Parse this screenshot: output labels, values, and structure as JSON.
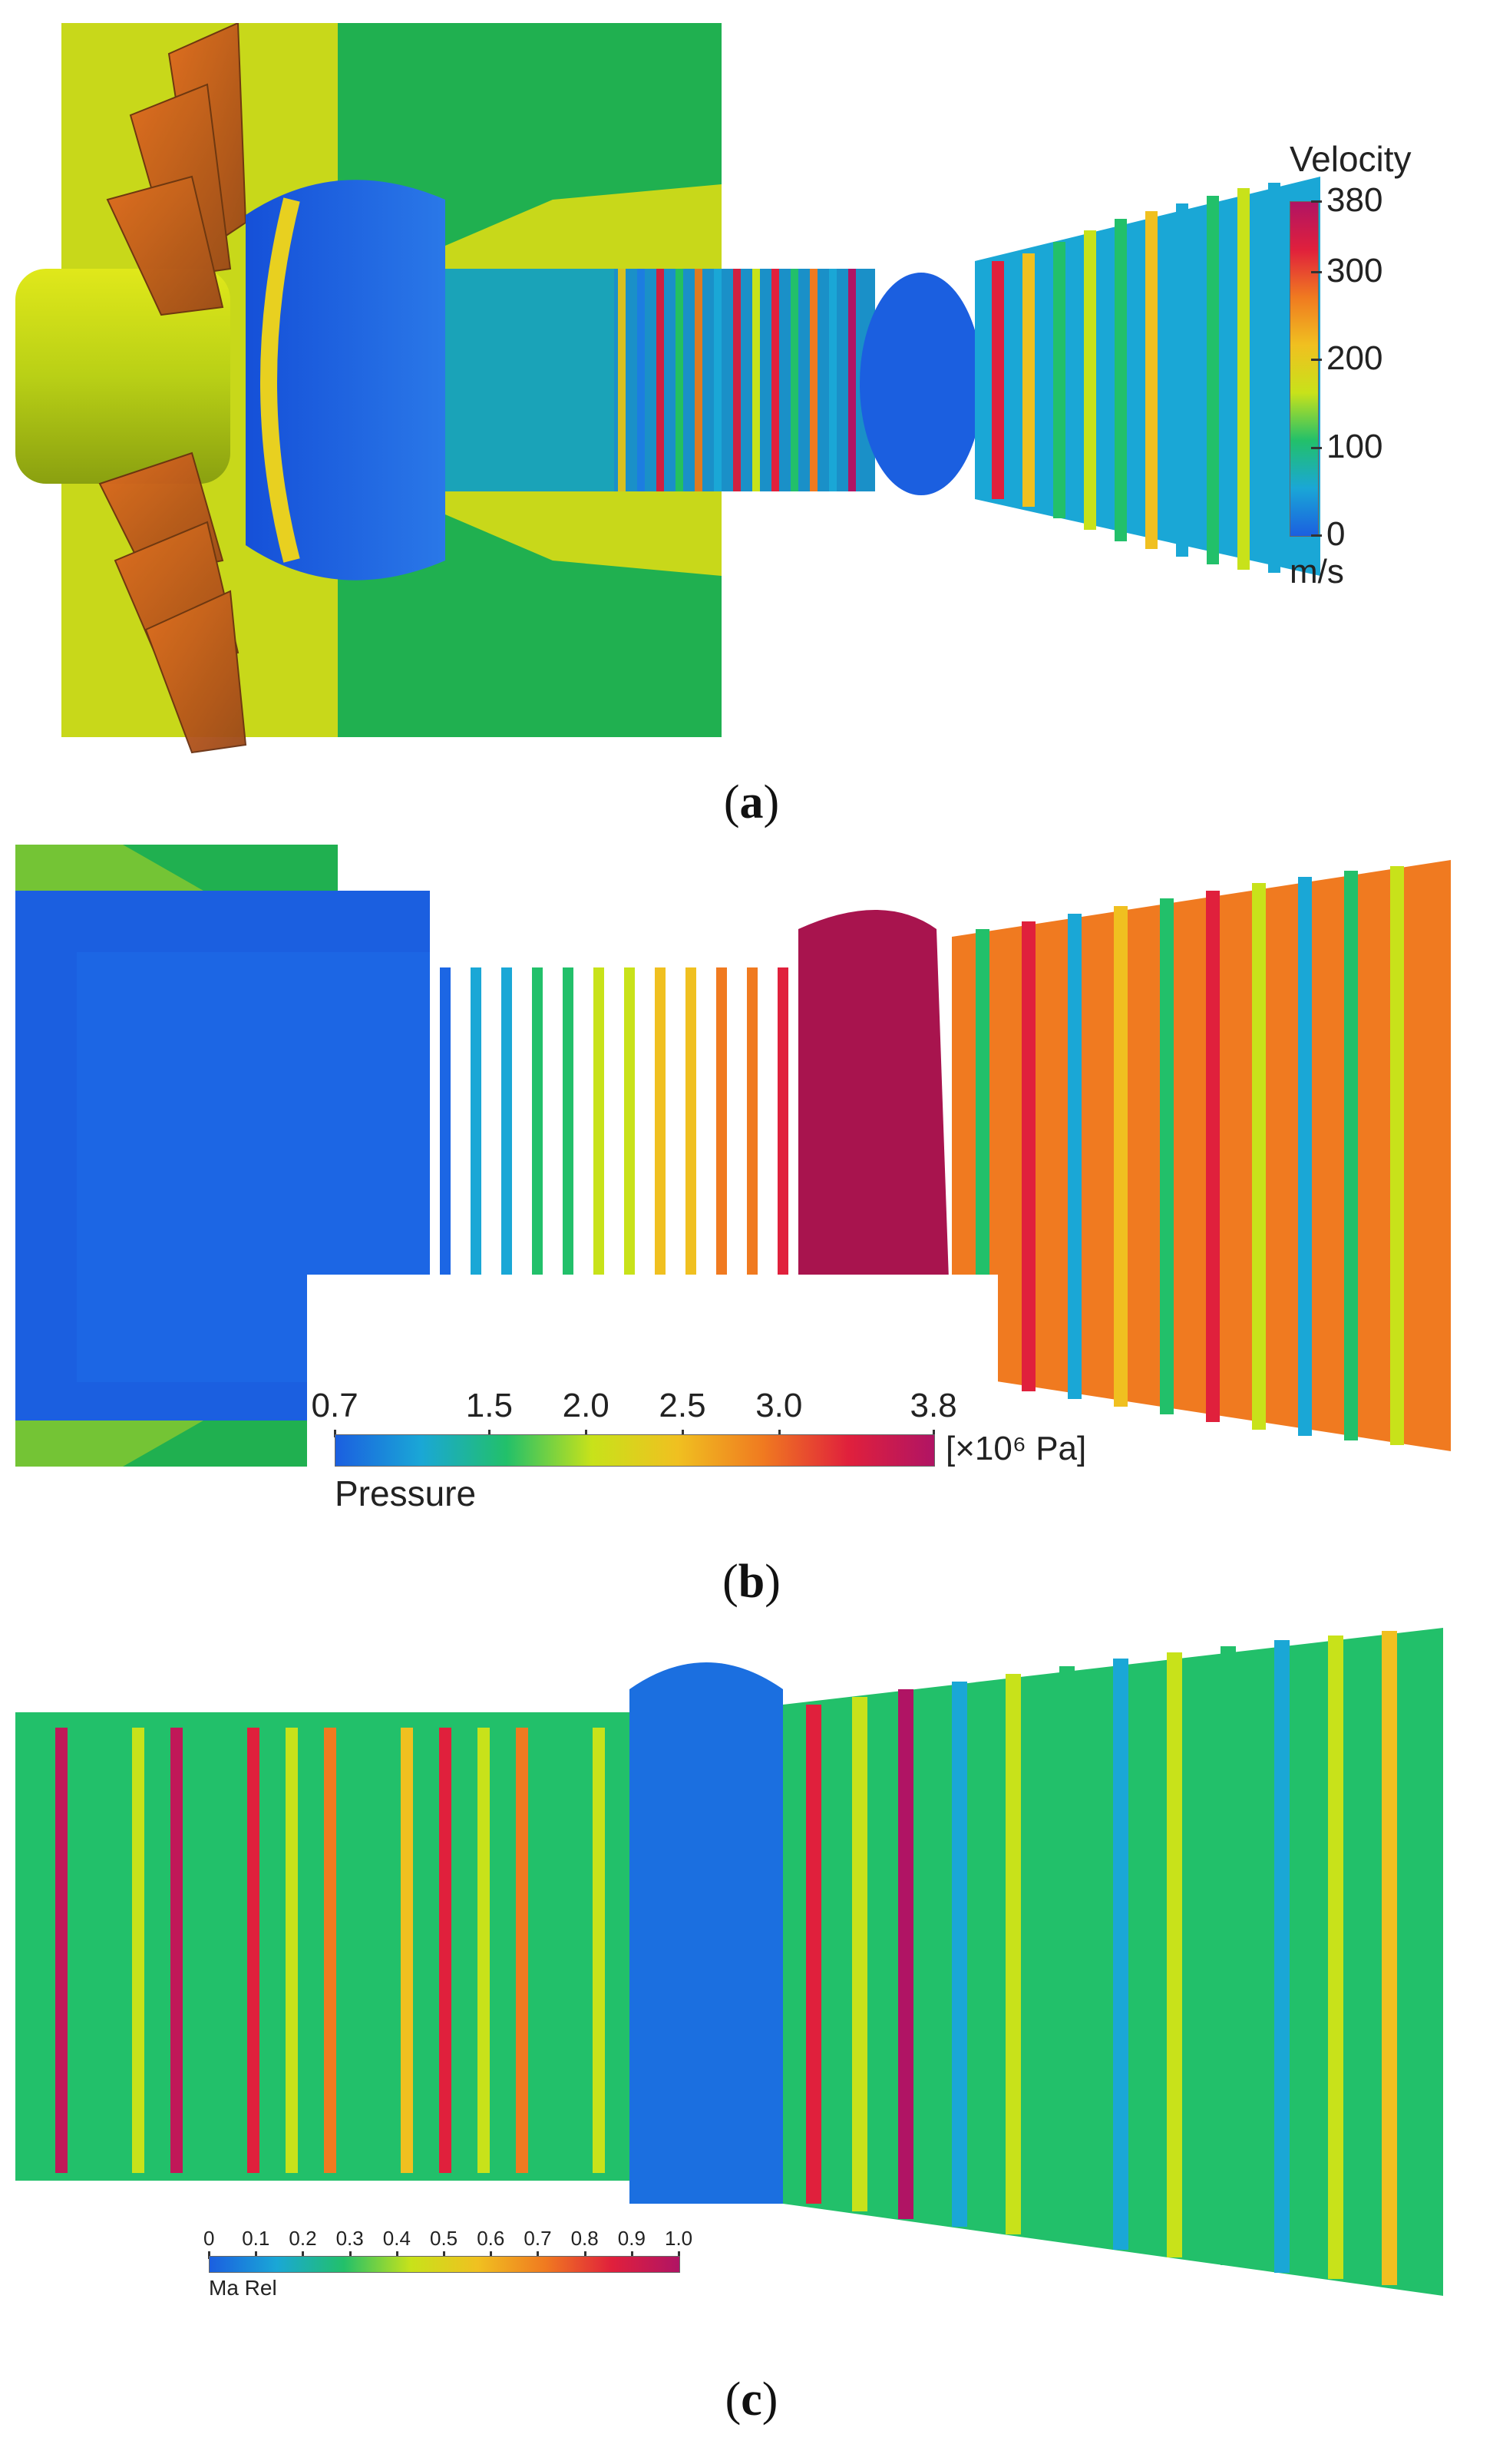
{
  "panels": [
    {
      "id": "a",
      "caption": "a",
      "legend": {
        "title": "Velocity",
        "unit": "m/s",
        "orientation": "vertical",
        "ticks": [
          "380",
          "300",
          "200",
          "100",
          "0"
        ],
        "tick_values": [
          380,
          300,
          200,
          100,
          0
        ],
        "range": [
          0,
          380
        ]
      }
    },
    {
      "id": "b",
      "caption": "b",
      "legend": {
        "title": "Pressure",
        "unit": "[×10⁶ Pa]",
        "orientation": "horizontal",
        "ticks": [
          "0.7",
          "1.5",
          "2.0",
          "2.5",
          "3.0",
          "3.8"
        ],
        "tick_values": [
          0.7,
          1.5,
          2.0,
          2.5,
          3.0,
          3.8
        ],
        "range": [
          0.7,
          3.8
        ]
      }
    },
    {
      "id": "c",
      "caption": "c",
      "legend": {
        "title": "Ma Rel",
        "orientation": "horizontal",
        "ticks": [
          "0",
          "0.1",
          "0.2",
          "0.3",
          "0.4",
          "0.5",
          "0.6",
          "0.7",
          "0.8",
          "0.9",
          "1.0"
        ],
        "tick_values": [
          0,
          0.1,
          0.2,
          0.3,
          0.4,
          0.5,
          0.6,
          0.7,
          0.8,
          0.9,
          1.0
        ],
        "range": [
          0,
          1.0
        ]
      }
    }
  ],
  "colormap": [
    "#1b5fe0",
    "#1aa7d6",
    "#22c06a",
    "#c8e21a",
    "#f0c020",
    "#f07a20",
    "#e0203c",
    "#b01464"
  ]
}
